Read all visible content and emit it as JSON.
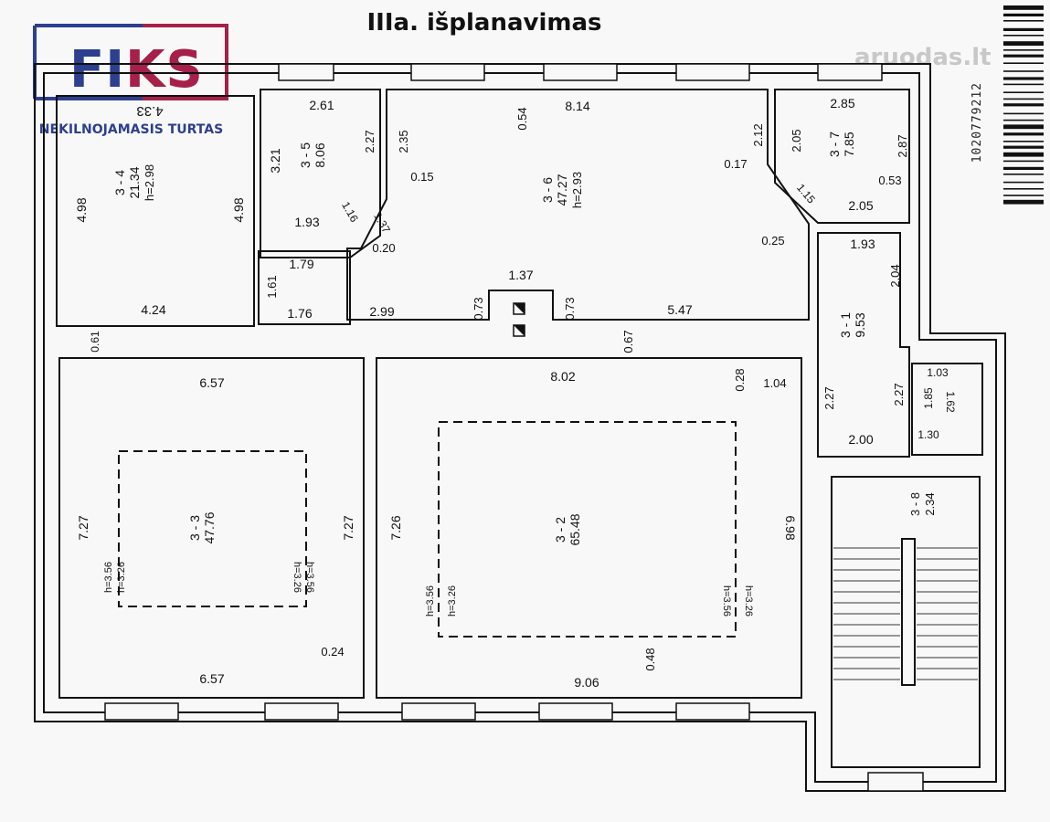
{
  "title": "IIIa. išplanavimas",
  "logo": {
    "brand_part1": "FI",
    "brand_part2": "KS",
    "subtitle": "NEKILNOJAMASIS TURTAS",
    "brand_blue": "#2d3f8f",
    "brand_red": "#a6204a"
  },
  "watermark": "aruodas.lt",
  "barcode_number": "1020779212",
  "rooms": [
    {
      "id": "3 - 4",
      "area": "21.34",
      "height": "h=2.98"
    },
    {
      "id": "3 - 5",
      "area": "8.06"
    },
    {
      "id": "3 - 6",
      "area": "47.27",
      "height": "h=2.93"
    },
    {
      "id": "3 - 7",
      "area": "7.85"
    },
    {
      "id": "3 - 1",
      "area": "9.53"
    },
    {
      "id": "3 - 3",
      "area": "47.76"
    },
    {
      "id": "3 - 2",
      "area": "65.48"
    },
    {
      "id": "3 - 8",
      "area": "2.34"
    }
  ],
  "dimensions": [
    "4.33",
    "4.98",
    "4.98",
    "4.24",
    "2.61",
    "2.27",
    "3.21",
    "1.93",
    "1.16",
    "2.35",
    "1.37",
    "0.15",
    "0.20",
    "1.79",
    "1.61",
    "1.76",
    "2.99",
    "0.54",
    "8.14",
    "2.12",
    "0.17",
    "1.37",
    "0.73",
    "0.73",
    "5.47",
    "0.67",
    "2.85",
    "2.05",
    "2.87",
    "0.53",
    "1.15",
    "2.05",
    "0.25",
    "1.93",
    "2.04",
    "0.61",
    "6.57",
    "7.27",
    "7.27",
    "h=3.56",
    "h=3.26",
    "h=3.26",
    "h=3.56",
    "0.24",
    "6.57",
    "8.02",
    "0.28",
    "1.04",
    "7.26",
    "6.98",
    "h=3.56",
    "h=3.26",
    "h=3.56",
    "h=3.26",
    "0.48",
    "9.06",
    "1.03",
    "1.85",
    "1.62",
    "1.30",
    "2.27",
    "2.27",
    "2.00"
  ]
}
